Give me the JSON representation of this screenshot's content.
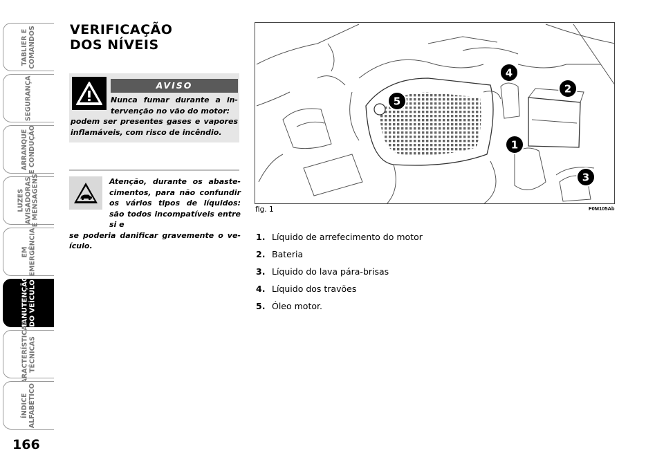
{
  "side_tabs": [
    {
      "label": "TABLIER E\nCOMANDOS",
      "active": false
    },
    {
      "label": "SEGURANÇA",
      "active": false
    },
    {
      "label": "ARRANQUE\nE CONDUÇÃO",
      "active": false
    },
    {
      "label": "LUZES\nAVISADORAS\nE MENSAGENS",
      "active": false
    },
    {
      "label": "EM\nEMERGÊNCIA",
      "active": false
    },
    {
      "label": "MANUTENÇÃO\nDO VEÍCULO",
      "active": true
    },
    {
      "label": "CARACTERÍSTICAS\nTÉCNICAS",
      "active": false
    },
    {
      "label": "ÍNDICE\nALFABÉTICO",
      "active": false
    }
  ],
  "page_number": "166",
  "title": {
    "line1": "VERIFICAÇÃO",
    "line2": "DOS NÍVEIS"
  },
  "warning": {
    "heading": "AVISO",
    "text_intro": "Nunca fumar durante a in-tervenção no vão do motor:",
    "text_rest": "podem ser presentes gases e vapores inflamáveis, com risco de incêndio."
  },
  "attention": {
    "text_intro": "Atenção, durante os abaste-cimentos, para não confundir os vários tipos de líquidos: são todos incompatíveis entre si e",
    "text_rest": "se poderia danificar gravemente o ve-ículo."
  },
  "figure": {
    "caption": "fig. 1",
    "code": "F0M105Ab",
    "callouts": [
      "1",
      "2",
      "3",
      "4",
      "5"
    ]
  },
  "legend": [
    {
      "num": "1.",
      "label": "Líquido de arrefecimento do motor"
    },
    {
      "num": "2.",
      "label": "Bateria"
    },
    {
      "num": "3.",
      "label": "Líquido do lava pára-brisas"
    },
    {
      "num": "4.",
      "label": "Líquido dos travões"
    },
    {
      "num": "5.",
      "label": "Óleo motor."
    }
  ],
  "colors": {
    "tab_active": "#000000",
    "tab_border": "#9a9a9a",
    "aviso_header": "#5a5a5a",
    "warning_bg": "#e6e6e6"
  }
}
